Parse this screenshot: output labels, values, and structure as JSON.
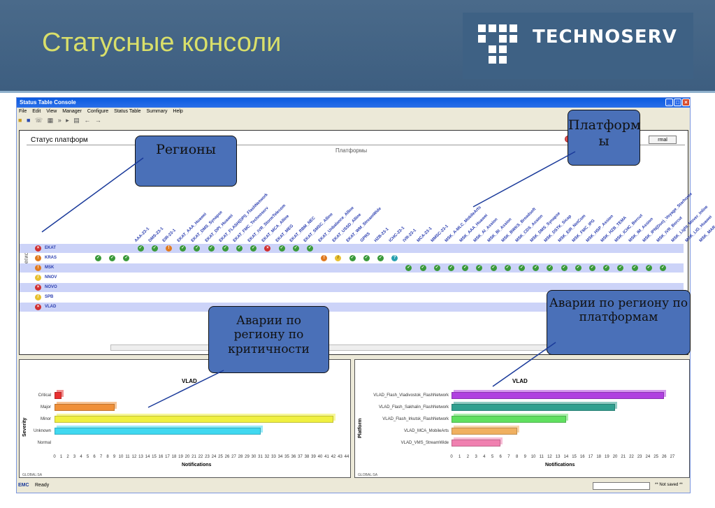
{
  "slide": {
    "title": "Статусные консоли",
    "logo_text": "TECHNOSERV"
  },
  "window": {
    "title": "Status Table Console",
    "menu": [
      "File",
      "Edit",
      "View",
      "Manager",
      "Configure",
      "Status Table",
      "Summary",
      "Help"
    ],
    "status_text": "Ready",
    "status_brand": "EMC",
    "not_saved": "** Not saved **"
  },
  "panel": {
    "title": "Статус платформ",
    "platforms_label": "Платформы",
    "regions_label": "Регионы",
    "mode_button": "rmal",
    "columns": [
      "AAA-23-1",
      "DMS-23-1",
      "EIR-23-1",
      "EKAT_AAA_Huawei",
      "EKAT_DMS_Synapse",
      "EKAT_DPI_Huawei",
      "EKAT_FLASH(DPI)_FlashNetwork",
      "EKAT_FMC_Technoserv",
      "EKAT_IVR_StormTelecom",
      "EKAT_MCA_Alline",
      "EKAT_MEG",
      "EKAT_RBM_NEC",
      "EKAT_SMSC_Alline",
      "EKAT_Unbalance_Alline",
      "EKAT_USSD_Alline",
      "EKAT_WM_StreamWide",
      "GPRS",
      "HZB-23-1",
      "ICHC-23-1",
      "IVR-23-1",
      "MCA-23-1",
      "MMSC-23-1",
      "MSK_A-MLC_MobileArts",
      "MSK_AAA_Huawei",
      "MSK_AI_Assion",
      "MSK_BI_Assion",
      "MSK_BWKS_Broadsoft",
      "MSK_CDS_Assion",
      "MSK_DMS_Synapse",
      "MSK_DSTK_Sicap",
      "MSK_EIR_NetCom",
      "MSK_FMC_IPG",
      "MSK_HSP_Assion",
      "MSK_HZB_TEMA",
      "MSK_ICHC_Bercut",
      "MSK_IM_Assion",
      "MSK_IPN(Duo)_Voyage_Starhome",
      "MSK_IVR_Bercut",
      "MSK_Light_Mover_Inline",
      "MSK_LIG_Huawei",
      "MSK_MAR_"
    ],
    "rows": [
      {
        "name": "EKAT",
        "icon": "crit"
      },
      {
        "name": "KRAS",
        "icon": "maj"
      },
      {
        "name": "MSK",
        "icon": "maj"
      },
      {
        "name": "NNOV",
        "icon": "minr"
      },
      {
        "name": "NOVO",
        "icon": "crit"
      },
      {
        "name": "SPB",
        "icon": "minr"
      },
      {
        "name": "VLAD",
        "icon": "crit"
      }
    ]
  },
  "callouts": {
    "regions": "Регионы",
    "platforms": "Платформ ы",
    "by_severity": "Аварии по региону по критичности",
    "by_platform": "Аварии по региону по платформам"
  },
  "severity_chart": {
    "chart_data": {
      "type": "bar",
      "orientation": "horizontal",
      "title": "VLAD",
      "xlabel": "Notifications",
      "ylabel": "Severity",
      "categories": [
        "Critical",
        "Major",
        "Minor",
        "Unknown",
        "Normal"
      ],
      "values": [
        1,
        9,
        42,
        31,
        0
      ],
      "colors": [
        "#e83030",
        "#f09038",
        "#f0f040",
        "#40d8f0",
        "#cccccc"
      ],
      "xlim": [
        0,
        44
      ],
      "ticks": [
        "0",
        "1",
        "2",
        "3",
        "4",
        "5",
        "6",
        "7",
        "8",
        "9",
        "10",
        "11",
        "12",
        "13",
        "14",
        "15",
        "16",
        "17",
        "18",
        "19",
        "20",
        "21",
        "22",
        "23",
        "24",
        "25",
        "26",
        "27",
        "28",
        "29",
        "30",
        "31",
        "32",
        "33",
        "34",
        "35",
        "36",
        "37",
        "38",
        "39",
        "40",
        "41",
        "42",
        "43",
        "44"
      ]
    },
    "footer": "GLOBAL:SA"
  },
  "platform_chart": {
    "chart_data": {
      "type": "bar",
      "orientation": "horizontal",
      "title": "VLAD",
      "xlabel": "Notifications",
      "ylabel": "Platform",
      "categories": [
        "VLAD_Flash_Vladivostok_FlashNetwork",
        "VLAD_Flash_Sakhalin_FlashNetwork",
        "VLAD_Flash_Irkutsk_FlashNetwork",
        "VLAD_MCA_MobileArts",
        "VLAD_VMS_StreamWide"
      ],
      "values": [
        26,
        20,
        14,
        8,
        6
      ],
      "colors": [
        "#b040e0",
        "#30a090",
        "#60e060",
        "#f0b060",
        "#f080b0"
      ],
      "xlim": [
        0,
        27
      ],
      "ticks": [
        "0",
        "1",
        "2",
        "3",
        "4",
        "5",
        "6",
        "7",
        "8",
        "9",
        "10",
        "11",
        "12",
        "13",
        "14",
        "15",
        "16",
        "17",
        "18",
        "19",
        "20",
        "21",
        "22",
        "23",
        "24",
        "25",
        "26",
        "27"
      ]
    },
    "footer": "GLOBAL:SA"
  }
}
